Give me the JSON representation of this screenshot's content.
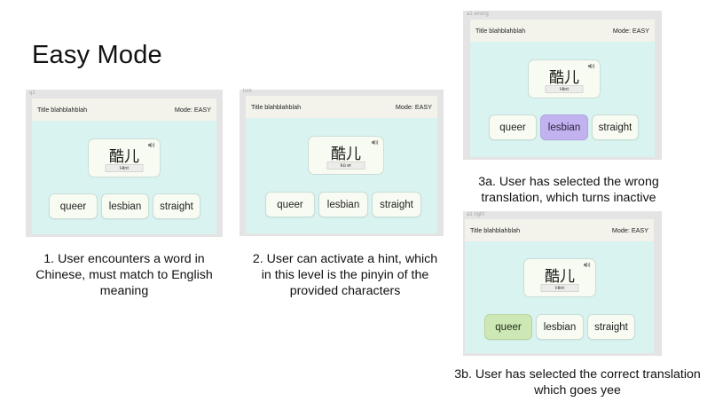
{
  "page_title": "Easy Mode",
  "frames": [
    {
      "label": "q1",
      "header": {
        "title": "Title blahblahblah",
        "mode": "Mode: EASY"
      },
      "word": "酷儿",
      "hint_label": "Hint",
      "icon": "speaker-icon",
      "answers": [
        {
          "label": "queer",
          "state": "default"
        },
        {
          "label": "lesbian",
          "state": "default"
        },
        {
          "label": "straight",
          "state": "default"
        }
      ],
      "caption": "1. User encounters a word in Chinese, must match to English meaning"
    },
    {
      "label": "hint",
      "header": {
        "title": "Title blahblahblah",
        "mode": "Mode: EASY"
      },
      "word": "酷儿",
      "hint_label": "kù er",
      "icon": "speaker-icon",
      "answers": [
        {
          "label": "queer",
          "state": "default"
        },
        {
          "label": "lesbian",
          "state": "default"
        },
        {
          "label": "straight",
          "state": "default"
        }
      ],
      "caption": "2. User can activate a hint, which in this level is the pinyin of the provided characters"
    },
    {
      "label": "a1 wrong",
      "header": {
        "title": "Title blahblahblah",
        "mode": "Mode: EASY"
      },
      "word": "酷儿",
      "hint_label": "Hint",
      "icon": "speaker-icon",
      "answers": [
        {
          "label": "queer",
          "state": "default"
        },
        {
          "label": "lesbian",
          "state": "wrong"
        },
        {
          "label": "straight",
          "state": "default"
        }
      ],
      "caption": "3a. User has selected the wrong translation, which turns inactive"
    },
    {
      "label": "a1 right",
      "header": {
        "title": "Title blahblahblah",
        "mode": "Mode: EASY"
      },
      "word": "酷儿",
      "hint_label": "Hint",
      "icon": "speaker-icon",
      "answers": [
        {
          "label": "queer",
          "state": "right"
        },
        {
          "label": "lesbian",
          "state": "default"
        },
        {
          "label": "straight",
          "state": "default"
        }
      ],
      "caption": "3b. User has selected the correct translation which goes yee"
    }
  ],
  "colors": {
    "screen_bg": "#d9f3f1",
    "header_bg": "#f3f3ec",
    "card_bg": "#f8fbf1",
    "frame_bg": "#e4e4e4",
    "wrong_answer": "#c2b2ef",
    "right_answer": "#cde8b5"
  }
}
